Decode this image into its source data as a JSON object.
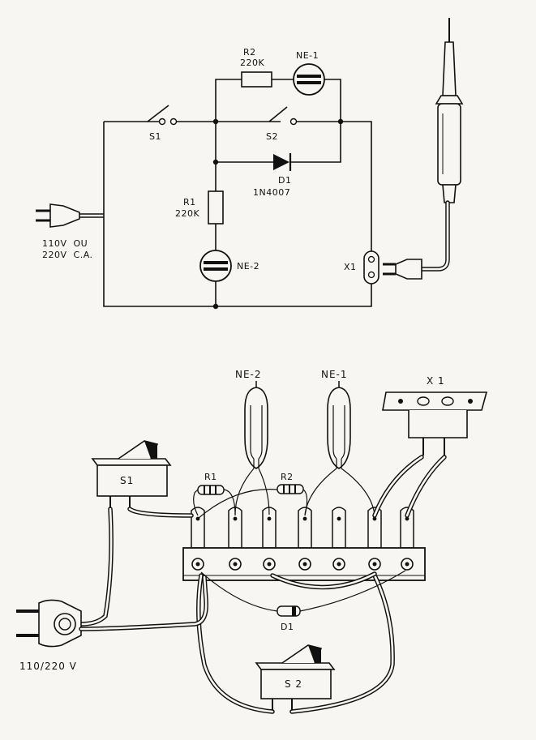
{
  "schematic": {
    "r2_name": "R2",
    "r2_value": "220K",
    "ne1": "NE-1",
    "s1": "S1",
    "s2": "S2",
    "d1_name": "D1",
    "d1_value": "1N4007",
    "r1_name": "R1",
    "r1_value": "220K",
    "ne2": "NE-2",
    "x1": "X1",
    "supply_line1": "110V  OU",
    "supply_line2": "220V  C.A."
  },
  "wiring": {
    "ne2": "NE-2",
    "ne1": "NE-1",
    "x1": "X 1",
    "s1": "S1",
    "r1": "R1",
    "r2": "R2",
    "d1": "D1",
    "s2": "S 2",
    "supply": "110/220 V"
  }
}
